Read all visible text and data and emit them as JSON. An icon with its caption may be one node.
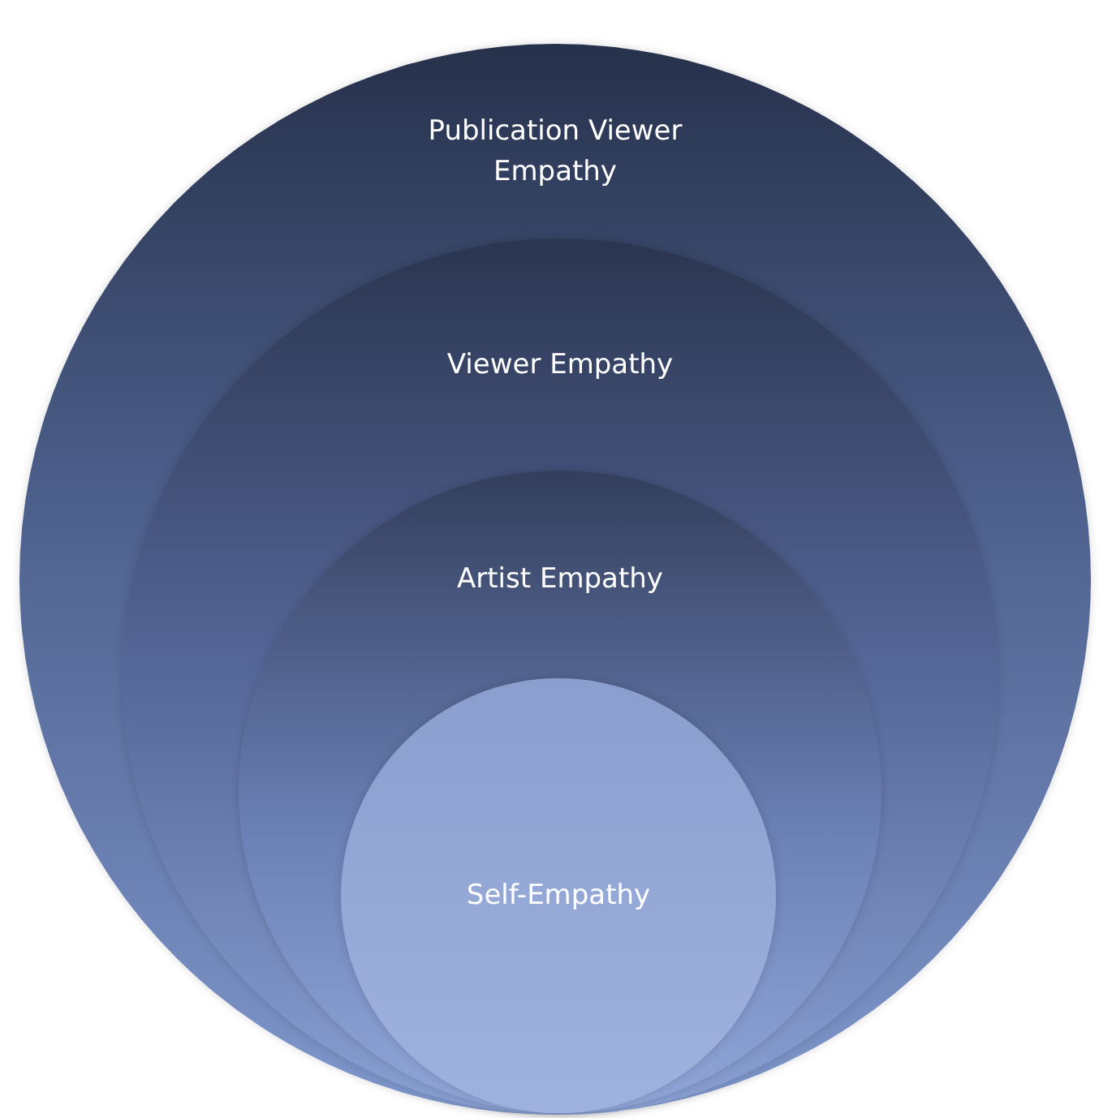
{
  "diagram": {
    "nodes": [
      {
        "text": [
          "Publication Viewer Empathy"
        ]
      },
      {
        "text": [
          "Viewer Empathy"
        ],
        "in": 0
      },
      {
        "text": [
          "Artist Empathy"
        ],
        "in": 1
      },
      {
        "text": [
          "Self-Empathy"
        ],
        "in": 2
      }
    ]
  }
}
